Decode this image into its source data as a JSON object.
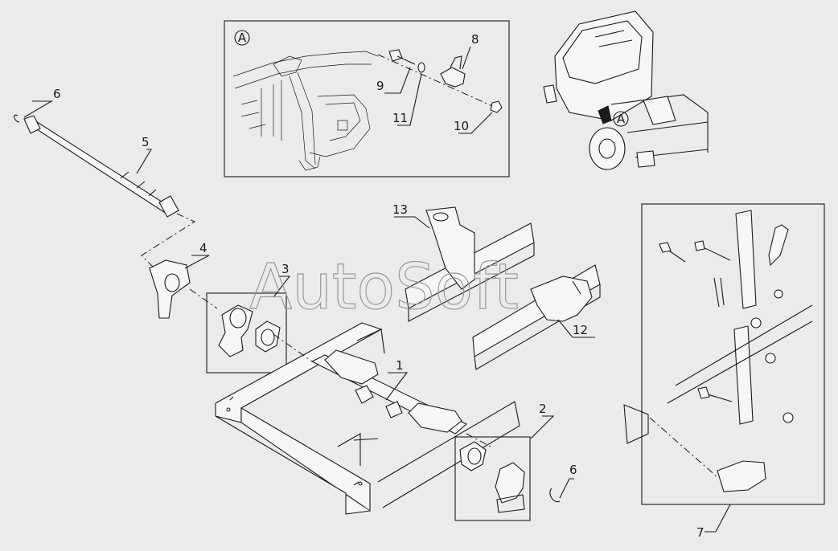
{
  "watermark": "AutoSoft",
  "detail_marker": "A",
  "labels": {
    "p1": "1",
    "p2": "2",
    "p3": "3",
    "p4": "4",
    "p5": "5",
    "p6a": "6",
    "p6b": "6",
    "p7": "7",
    "p8": "8",
    "p9": "9",
    "p10": "10",
    "p11": "11",
    "p12": "12",
    "p13": "13"
  }
}
